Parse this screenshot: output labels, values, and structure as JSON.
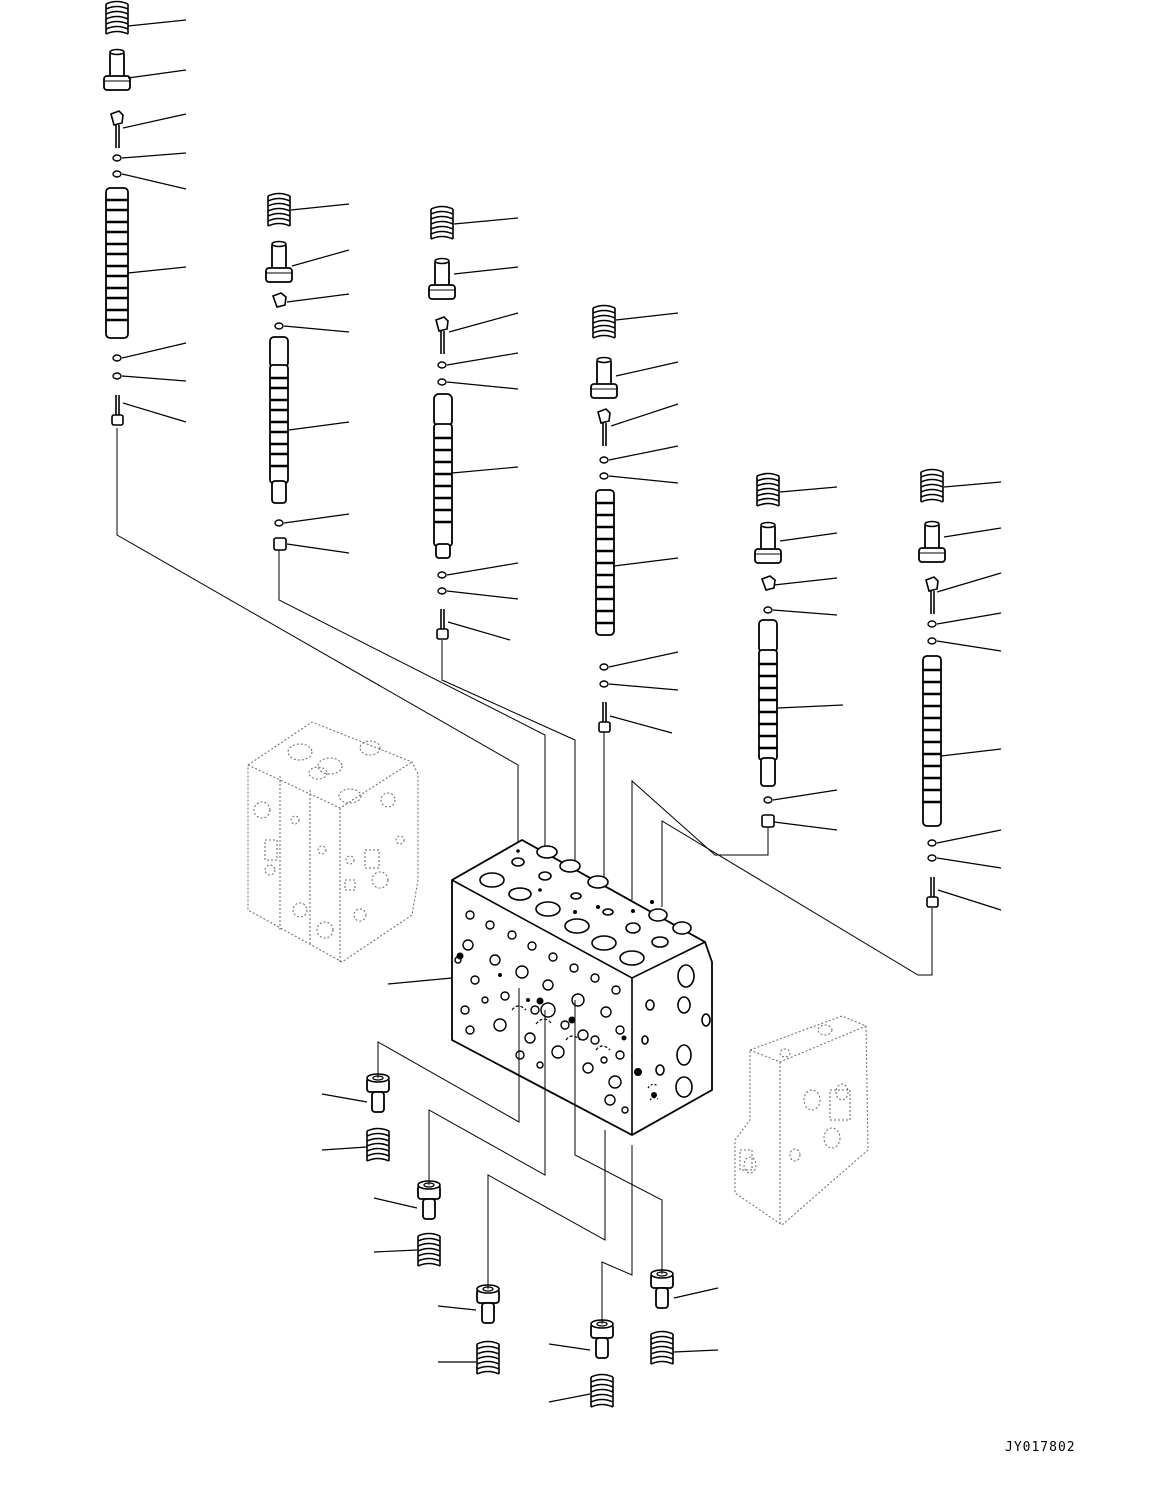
{
  "diagram": {
    "reference_code": "JY017802",
    "line_color": "#000000",
    "ghost_color": "#666666",
    "spool_assemblies": [
      {
        "name": "spool-assembly-1",
        "parts": [
          "spring",
          "spring-seat",
          "pin",
          "o-ring",
          "o-ring",
          "spool",
          "o-ring",
          "o-ring",
          "plug"
        ]
      },
      {
        "name": "spool-assembly-2",
        "parts": [
          "spring",
          "spring-seat",
          "stopper",
          "o-ring",
          "spool",
          "o-ring",
          "plug"
        ]
      },
      {
        "name": "spool-assembly-3",
        "parts": [
          "spring",
          "spring-seat",
          "pin",
          "o-ring",
          "o-ring",
          "spool",
          "o-ring",
          "o-ring",
          "plug"
        ]
      },
      {
        "name": "spool-assembly-4",
        "parts": [
          "spring",
          "spring-seat",
          "pin",
          "o-ring",
          "o-ring",
          "spool",
          "o-ring",
          "o-ring",
          "plug"
        ]
      },
      {
        "name": "spool-assembly-5",
        "parts": [
          "spring",
          "spring-seat",
          "stopper",
          "o-ring",
          "spool",
          "o-ring",
          "plug"
        ]
      },
      {
        "name": "spool-assembly-6",
        "parts": [
          "spring",
          "spring-seat",
          "pin",
          "o-ring",
          "o-ring",
          "spool",
          "o-ring",
          "o-ring",
          "plug"
        ]
      }
    ],
    "lower_assemblies": [
      "plug-spring-pair-1",
      "plug-spring-pair-2",
      "plug-spring-pair-3",
      "plug-spring-pair-4",
      "plug-spring-pair-5"
    ]
  }
}
